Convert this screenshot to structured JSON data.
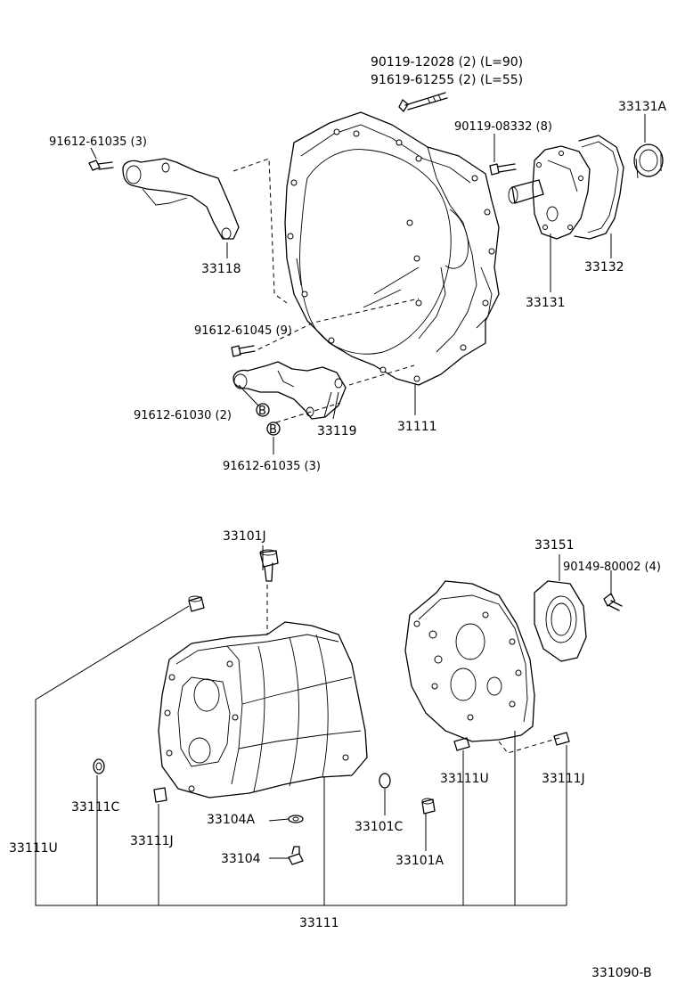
{
  "labels": {
    "p90119_12028": "90119-12028 (2) (L=90)",
    "p91619_61255": "91619-61255 (2) (L=55)",
    "p33131A": "33131A",
    "p91612_61035_top": "91612-61035 (3)",
    "p90119_08332": "90119-08332 (8)",
    "p33118": "33118",
    "p33132": "33132",
    "p33131": "33131",
    "p91612_61045": "91612-61045 (9)",
    "p91612_61030": "91612-61030 (2)",
    "p33119": "33119",
    "p31111": "31111",
    "p91612_61035_bot": "91612-61035 (3)",
    "p33101J": "33101J",
    "p33151": "33151",
    "p90149_80002": "90149-80002 (4)",
    "p33111C": "33111C",
    "p33111U_left": "33111U",
    "p33111J_left": "33111J",
    "p33104A": "33104A",
    "p33104": "33104",
    "p33101C": "33101C",
    "p33101A": "33101A",
    "p33111U_right": "33111U",
    "p33111J_right": "33111J",
    "p33111": "33111",
    "diagram_id": "331090-B"
  },
  "markers": {
    "ref_b": "B"
  }
}
